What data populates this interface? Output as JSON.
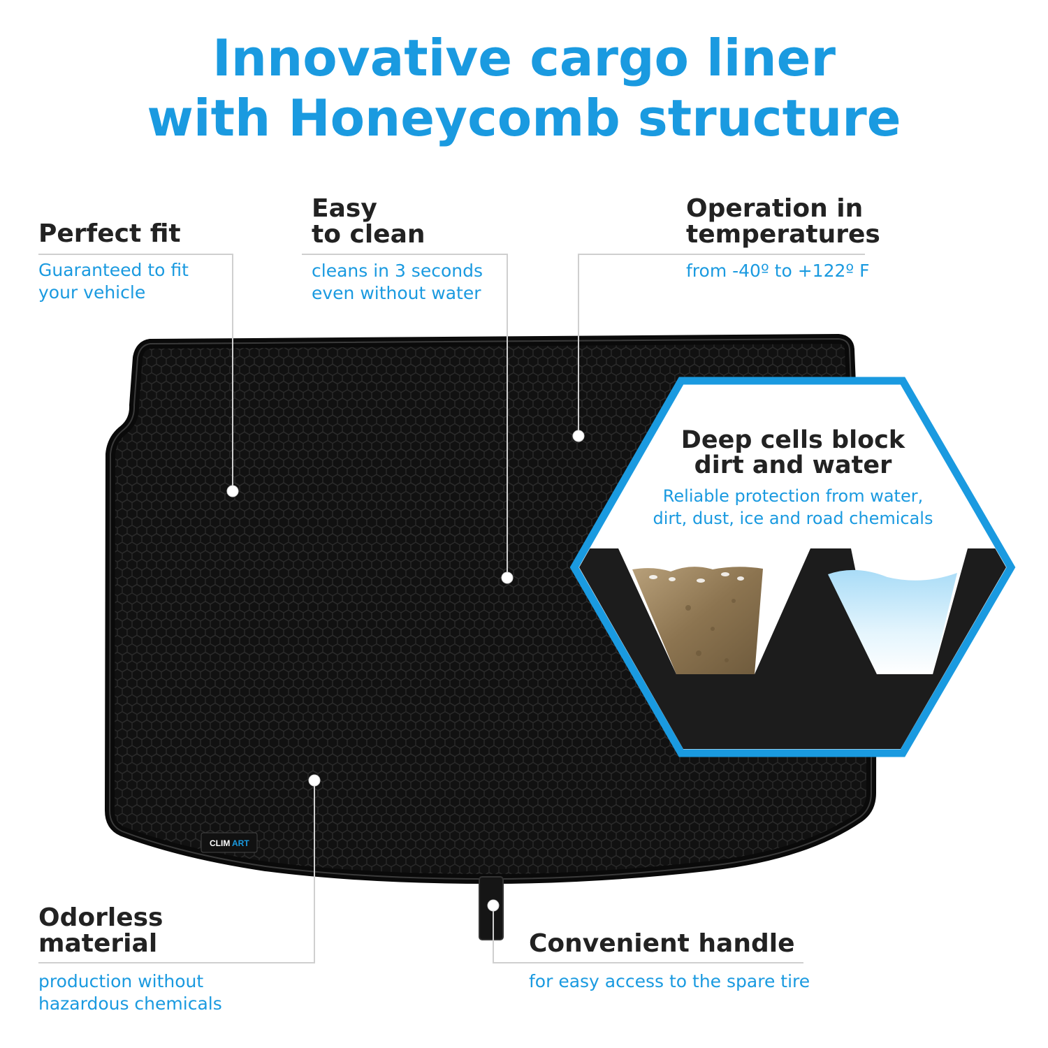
{
  "headline": {
    "line1": "Innovative cargo liner",
    "line2": "with Honeycomb structure"
  },
  "features": {
    "fit": {
      "title": "Perfect fit",
      "desc1": "Guaranteed to fit",
      "desc2": "your vehicle"
    },
    "clean": {
      "title1": "Easy",
      "title2": "to clean",
      "desc1": "cleans in 3 seconds",
      "desc2": "even without water"
    },
    "temperature": {
      "title1": "Operation in",
      "title2": "temperatures",
      "desc": "from -40º to +122º F"
    },
    "cells": {
      "title1": "Deep cells block",
      "title2": "dirt and water",
      "desc1": "Reliable protection from water,",
      "desc2": "dirt, dust, ice and road chemicals"
    },
    "odorless": {
      "title1": "Odorless",
      "title2": "material",
      "desc1": "production without",
      "desc2": "hazardous chemicals"
    },
    "handle": {
      "title": "Convenient handle",
      "desc": "for easy access to the spare tire"
    }
  },
  "brand": {
    "logo_text_a": "CLIM",
    "logo_text_b": "ART"
  },
  "colors": {
    "accent": "#1a9ae0",
    "heading": "#222222",
    "liner": "#141414"
  }
}
